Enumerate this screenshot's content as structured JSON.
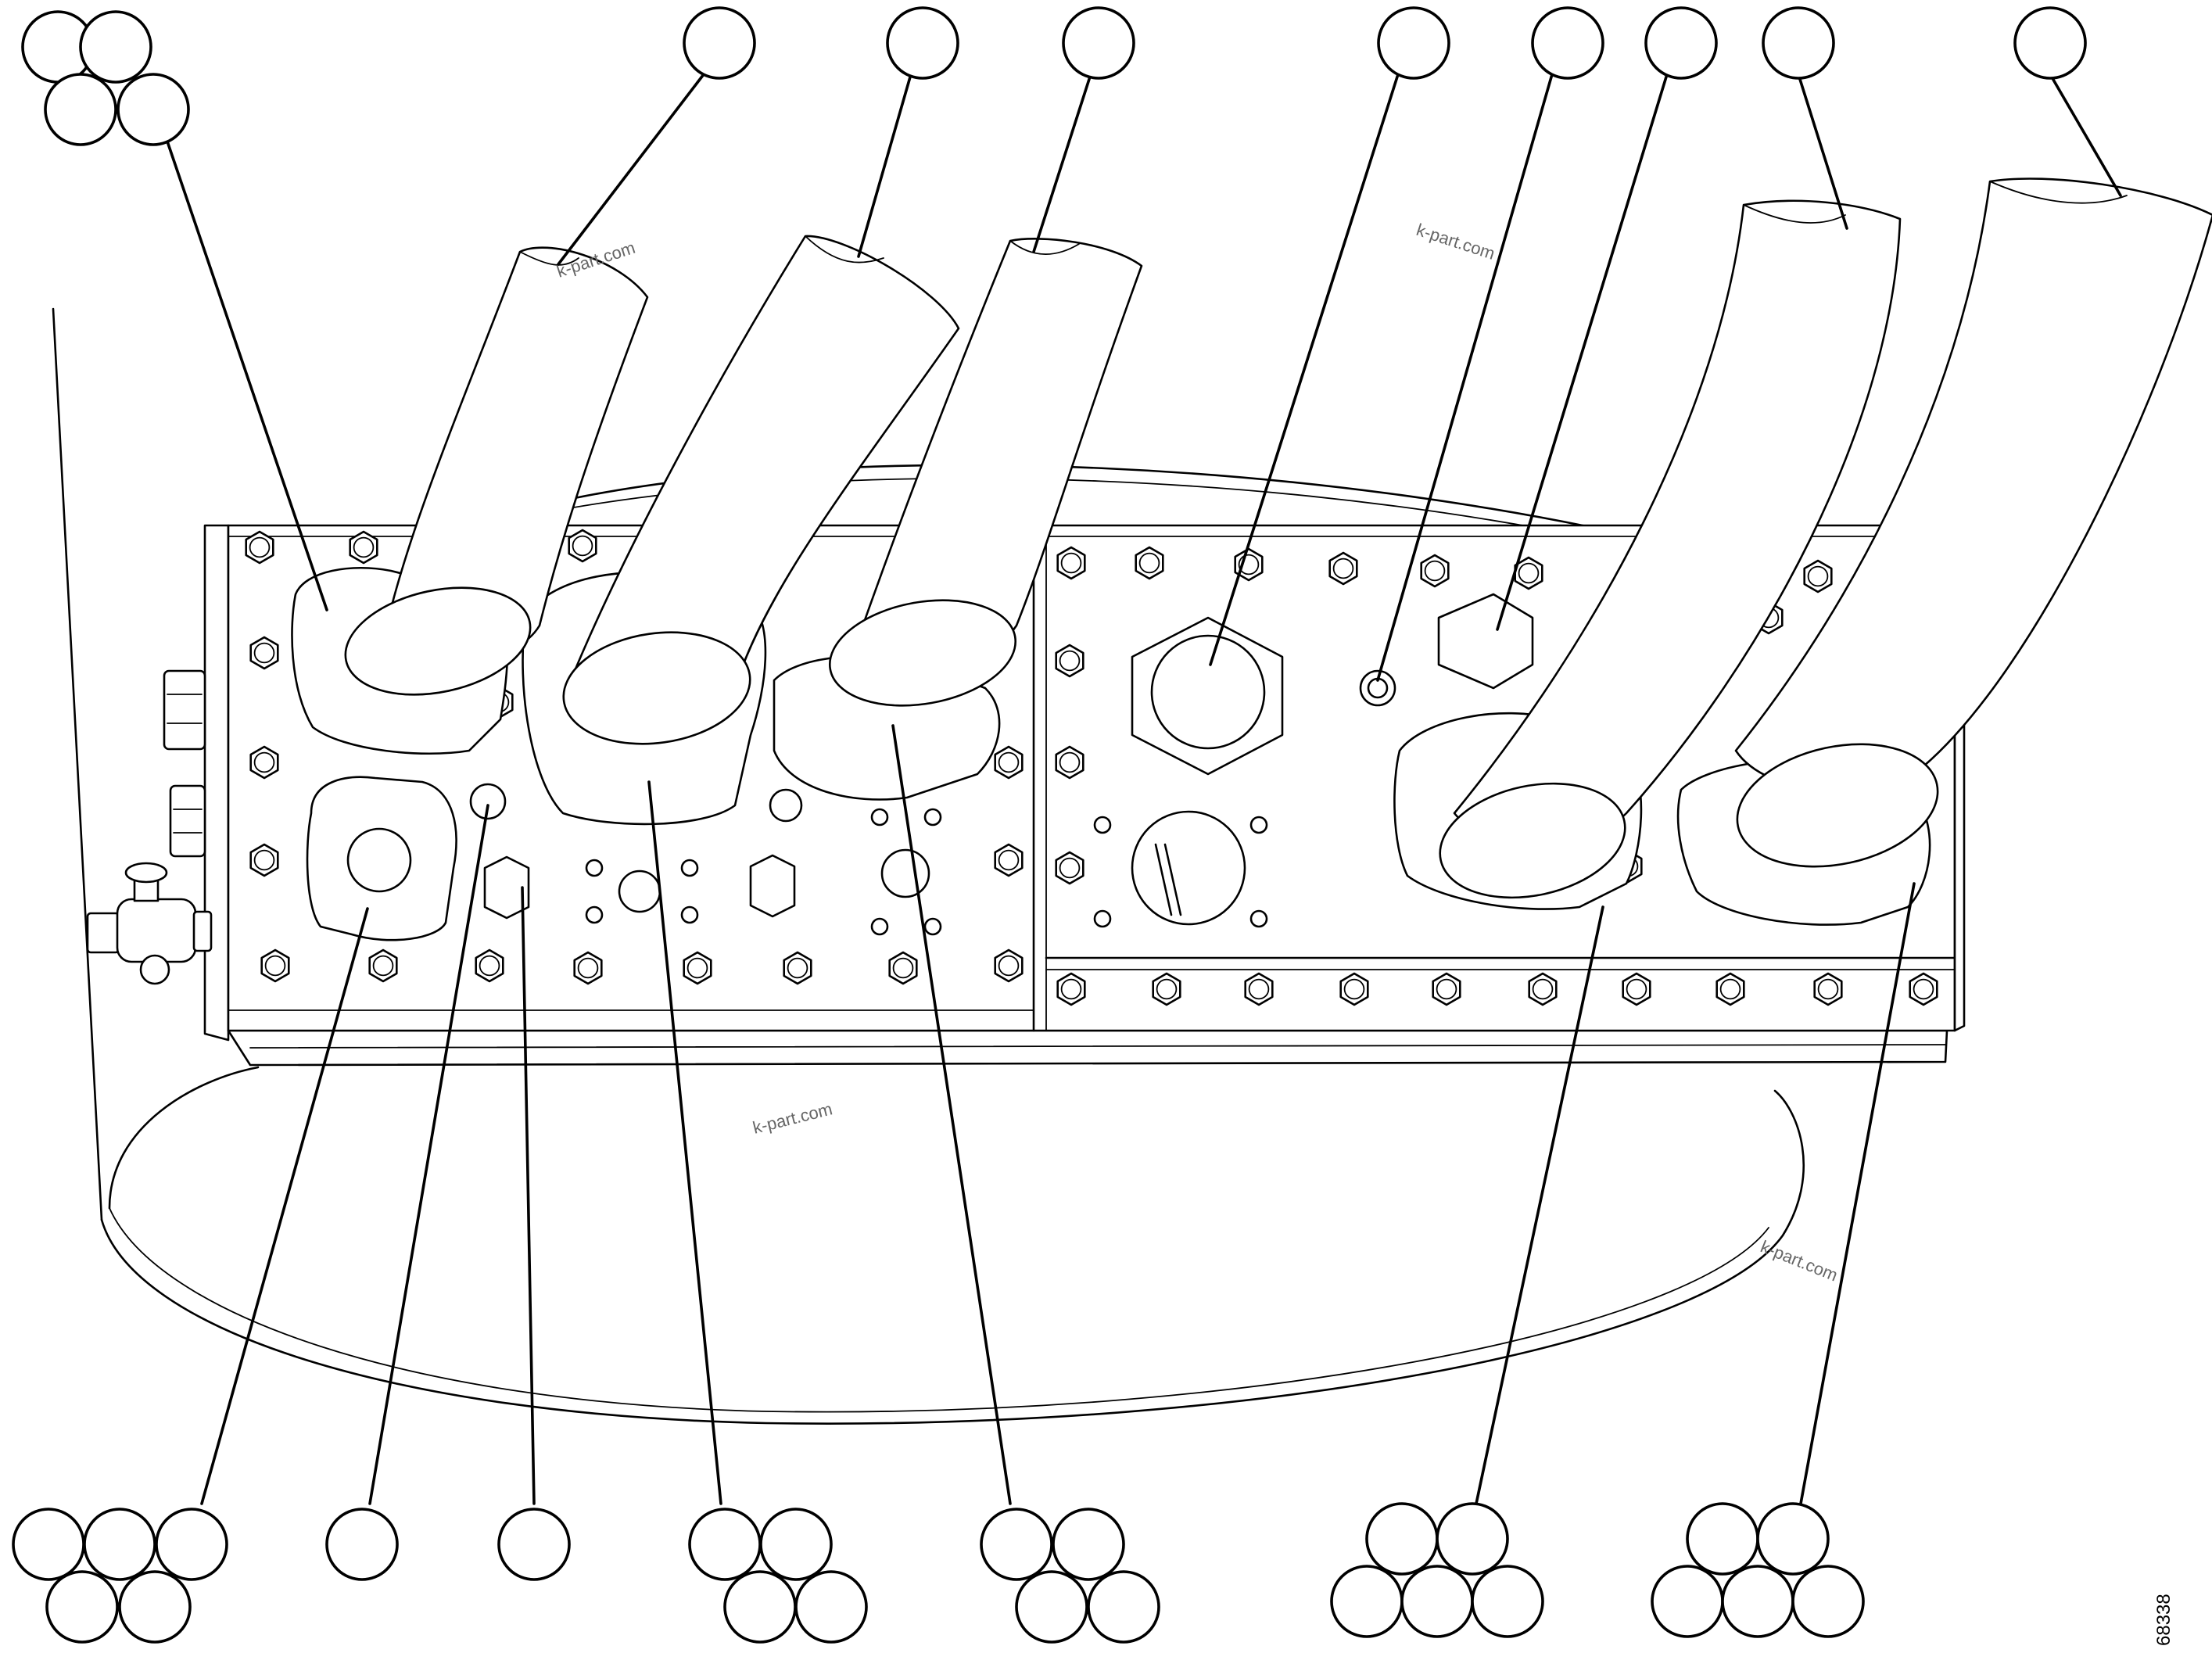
{
  "figure": {
    "number": "68338",
    "watermark_text": "k-part.com"
  },
  "callout_groups": {
    "top": [
      {
        "id": "top-group-left",
        "bubbles": 4
      },
      {
        "id": "top-hose-1",
        "bubbles": 1
      },
      {
        "id": "top-hose-2",
        "bubbles": 1
      },
      {
        "id": "top-hose-3",
        "bubbles": 1
      },
      {
        "id": "top-large-plug",
        "bubbles": 1
      },
      {
        "id": "top-small-fitting",
        "bubbles": 1
      },
      {
        "id": "top-hex-plug",
        "bubbles": 1
      },
      {
        "id": "top-hose-4",
        "bubbles": 1
      },
      {
        "id": "top-hose-5",
        "bubbles": 1
      }
    ],
    "bottom": [
      {
        "id": "bottom-flange-left",
        "bubbles": 5
      },
      {
        "id": "bottom-small-plug",
        "bubbles": 1
      },
      {
        "id": "bottom-hex-plug",
        "bubbles": 1
      },
      {
        "id": "bottom-flange-2",
        "bubbles": 4
      },
      {
        "id": "bottom-flange-3",
        "bubbles": 4
      },
      {
        "id": "bottom-flange-4",
        "bubbles": 5
      },
      {
        "id": "bottom-flange-5",
        "bubbles": 5
      }
    ]
  }
}
